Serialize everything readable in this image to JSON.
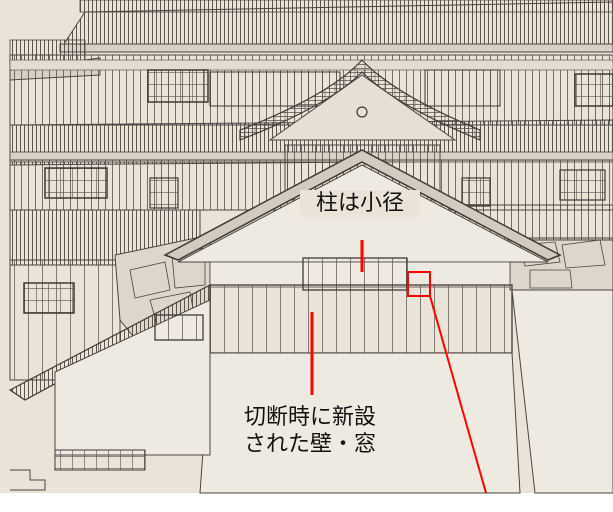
{
  "annotations": {
    "column": "柱は小径",
    "wall_line1": "切断時に新設",
    "wall_line2": "された壁・窓"
  },
  "colors": {
    "paper": "#e9e3d8",
    "ink": "#4a4640",
    "wall": "#efeae1",
    "stone": "#dcd6cb",
    "accent": "#ff0000",
    "page": "#ffffff"
  }
}
